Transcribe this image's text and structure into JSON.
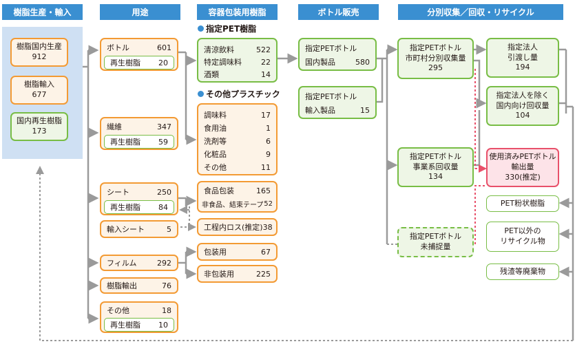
{
  "headers": {
    "c1": "樹脂生産・輸入",
    "c2": "用途",
    "c3": "容器包装用樹脂",
    "c4": "ボトル販売",
    "c5": "分別収集／回収・リサイクル"
  },
  "col1": [
    {
      "label": "樹脂国内生産",
      "value": "912"
    },
    {
      "label": "樹脂輸入",
      "value": "677"
    },
    {
      "label": "国内再生樹脂",
      "value": "173"
    }
  ],
  "col2": {
    "bottle": {
      "label": "ボトル",
      "value": "601",
      "sub_label": "再生樹脂",
      "sub_value": "20"
    },
    "fiber": {
      "label": "繊維",
      "value": "347",
      "sub_label": "再生樹脂",
      "sub_value": "59"
    },
    "sheet": {
      "label": "シート",
      "value": "250",
      "sub_label": "再生樹脂",
      "sub_value": "84"
    },
    "import_sheet": {
      "label": "輸入シート",
      "value": "5"
    },
    "film": {
      "label": "フィルム",
      "value": "292"
    },
    "resin_export": {
      "label": "樹脂輸出",
      "value": "76"
    },
    "other": {
      "label": "その他",
      "value": "18",
      "sub_label": "再生樹脂",
      "sub_value": "10"
    }
  },
  "col3": {
    "pet_title": "指定PET樹脂",
    "pet_rows": [
      {
        "label": "清涼飲料",
        "value": "522"
      },
      {
        "label": "特定調味料",
        "value": "22"
      },
      {
        "label": "酒類",
        "value": "14"
      }
    ],
    "other_title": "その他プラスチック",
    "other_rows": [
      {
        "label": "調味料",
        "value": "17"
      },
      {
        "label": "食用油",
        "value": "1"
      },
      {
        "label": "洗剤等",
        "value": "6"
      },
      {
        "label": "化粧品",
        "value": "9"
      },
      {
        "label": "その他",
        "value": "11"
      }
    ],
    "food_rows": [
      {
        "label": "食品包装",
        "value": "165"
      },
      {
        "label": "非食品、結束テープ",
        "value": "52"
      }
    ],
    "process_loss": {
      "label": "工程内ロス(推定)",
      "value": "38"
    },
    "packaging": {
      "label": "包装用",
      "value": "67"
    },
    "non_packaging": {
      "label": "非包装用",
      "value": "225"
    }
  },
  "col4": {
    "domestic": {
      "line1": "指定PETボトル",
      "line2": "国内製品",
      "value": "580"
    },
    "imported": {
      "line1": "指定PETボトル",
      "line2": "輸入製品",
      "value": "15"
    }
  },
  "col5": {
    "municipal": {
      "line1": "指定PETボトル",
      "line2": "市町村分別収集量",
      "value": "295"
    },
    "business": {
      "line1": "指定PETボトル",
      "line2": "事業系回収量",
      "value": "134"
    },
    "uncaptured": {
      "line1": "指定PETボトル",
      "line2": "未捕捉量"
    }
  },
  "col6": {
    "delivery": {
      "line1": "指定法人",
      "line2": "引渡し量",
      "value": "194"
    },
    "domestic_recovery": {
      "line1": "指定法人を除く",
      "line2": "国内向け回収量",
      "value": "104"
    },
    "export": {
      "line1": "使用済みPETボトル",
      "line2": "輸出量",
      "value": "330(推定)"
    },
    "powder": "PET粉状樹脂",
    "other_recycle": {
      "line1": "PET以外の",
      "line2": "リサイクル物"
    },
    "residue": "残渣等廃棄物"
  },
  "colors": {
    "header": "#3a8fd1",
    "orange": "#f39a33",
    "green": "#78bd45",
    "pink": "#e8506a",
    "arrow": "#9a9a9a",
    "panel": "#cfe0f3"
  }
}
